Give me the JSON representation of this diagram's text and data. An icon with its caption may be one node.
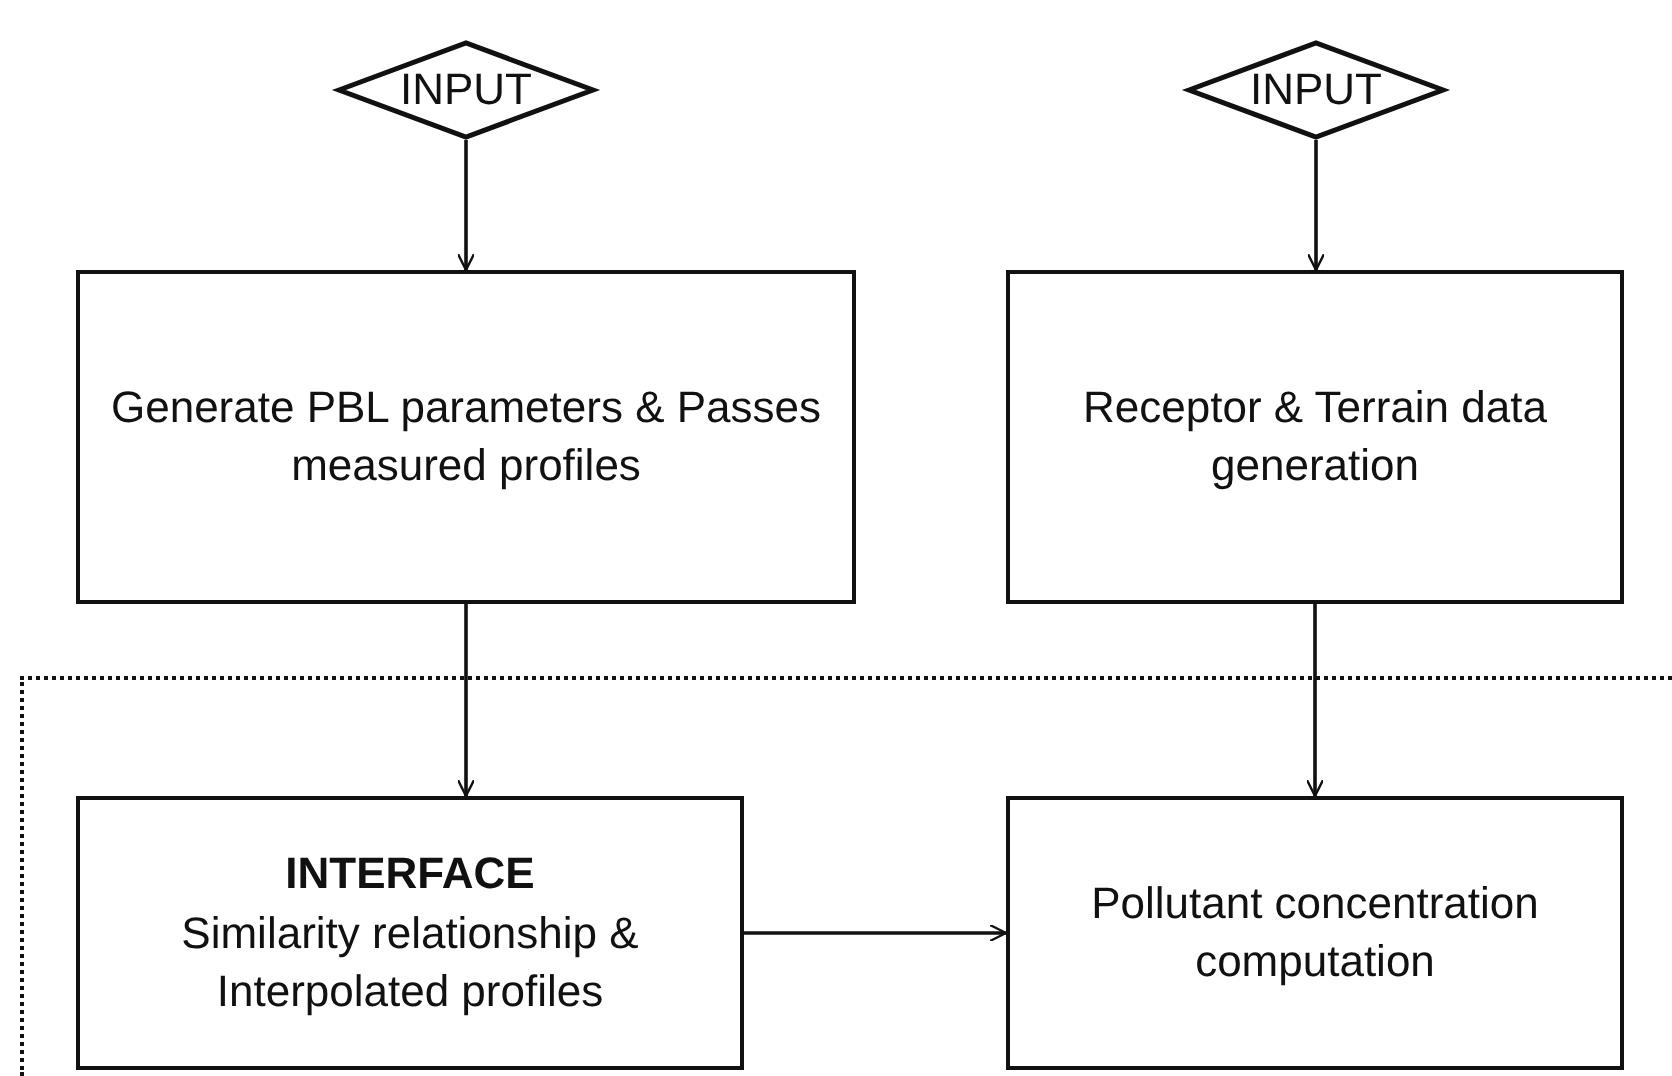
{
  "diagram": {
    "nodes": [
      {
        "text": [
          "INPUT"
        ]
      },
      {
        "text": [
          "INPUT"
        ]
      },
      {
        "text": [
          "Generate PBL parameters & Passes measured profiles"
        ]
      },
      {
        "text": [
          "Receptor & Terrain data generation"
        ]
      },
      {
        "text": [],
        "shape": "box"
      },
      {
        "text": [
          "INTERFACE",
          "Similarity relationship & Interpolated profiles"
        ],
        "in": 4
      },
      {
        "text": [
          "Pollutant concentration computation"
        ],
        "in": 4
      }
    ],
    "edges": [
      {
        "from": 0,
        "to": 2,
        "arrow": "to"
      },
      {
        "from": 1,
        "to": 3,
        "arrow": "to"
      },
      {
        "from": 2,
        "to": 5,
        "arrow": "to"
      },
      {
        "from": 3,
        "to": 6,
        "arrow": "to"
      },
      {
        "from": 5,
        "to": 6,
        "arrow": "to"
      }
    ]
  }
}
